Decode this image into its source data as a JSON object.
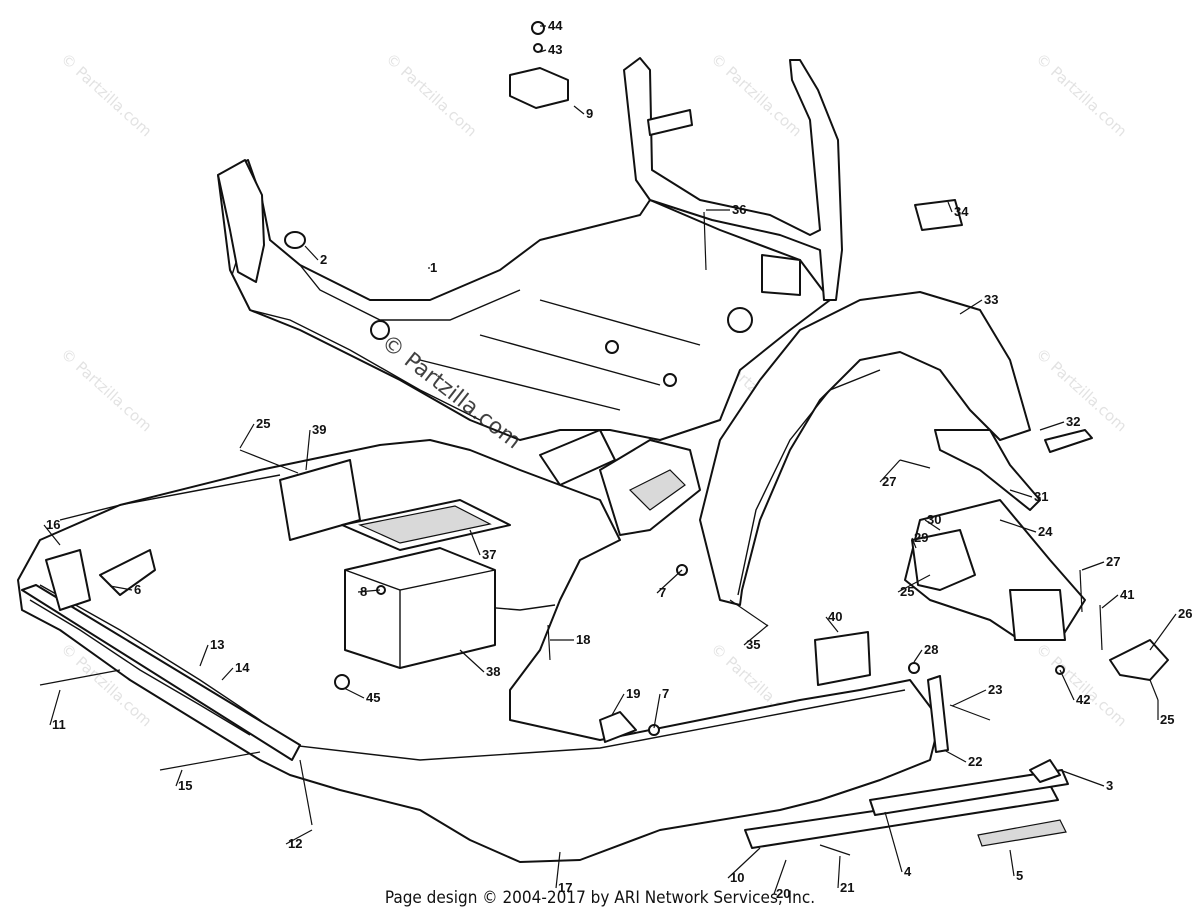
{
  "watermark": "© Partzilla.com",
  "center_watermark": "© Partzilla.com",
  "footer": "Page design © 2004-2017 by ARI Network Services, Inc.",
  "callouts": [
    {
      "id": "c44",
      "label": "44"
    },
    {
      "id": "c43",
      "label": "43"
    },
    {
      "id": "c9",
      "label": "9"
    },
    {
      "id": "c36",
      "label": "36"
    },
    {
      "id": "c34",
      "label": "34"
    },
    {
      "id": "c2",
      "label": "2"
    },
    {
      "id": "c1",
      "label": "1"
    },
    {
      "id": "c33",
      "label": "33"
    },
    {
      "id": "c32",
      "label": "32"
    },
    {
      "id": "c25a",
      "label": "25"
    },
    {
      "id": "c39",
      "label": "39"
    },
    {
      "id": "c27a",
      "label": "27"
    },
    {
      "id": "c31",
      "label": "31"
    },
    {
      "id": "c16",
      "label": "16"
    },
    {
      "id": "c30",
      "label": "30"
    },
    {
      "id": "c29",
      "label": "29"
    },
    {
      "id": "c24",
      "label": "24"
    },
    {
      "id": "c37",
      "label": "37"
    },
    {
      "id": "c6",
      "label": "6"
    },
    {
      "id": "c25b",
      "label": "25"
    },
    {
      "id": "c27b",
      "label": "27"
    },
    {
      "id": "c8",
      "label": "8"
    },
    {
      "id": "c7a",
      "label": "7"
    },
    {
      "id": "c41",
      "label": "41"
    },
    {
      "id": "c26",
      "label": "26"
    },
    {
      "id": "c40",
      "label": "40"
    },
    {
      "id": "c18",
      "label": "18"
    },
    {
      "id": "c35",
      "label": "35"
    },
    {
      "id": "c13",
      "label": "13"
    },
    {
      "id": "c38",
      "label": "38"
    },
    {
      "id": "c28",
      "label": "28"
    },
    {
      "id": "c42",
      "label": "42"
    },
    {
      "id": "c14",
      "label": "14"
    },
    {
      "id": "c45",
      "label": "45"
    },
    {
      "id": "c23",
      "label": "23"
    },
    {
      "id": "c25c",
      "label": "25"
    },
    {
      "id": "c11",
      "label": "11"
    },
    {
      "id": "c19",
      "label": "19"
    },
    {
      "id": "c7b",
      "label": "7"
    },
    {
      "id": "c22",
      "label": "22"
    },
    {
      "id": "c3",
      "label": "3"
    },
    {
      "id": "c15",
      "label": "15"
    },
    {
      "id": "c12",
      "label": "12"
    },
    {
      "id": "c17",
      "label": "17"
    },
    {
      "id": "c10",
      "label": "10"
    },
    {
      "id": "c20",
      "label": "20"
    },
    {
      "id": "c21",
      "label": "21"
    },
    {
      "id": "c4",
      "label": "4"
    },
    {
      "id": "c5",
      "label": "5"
    }
  ]
}
